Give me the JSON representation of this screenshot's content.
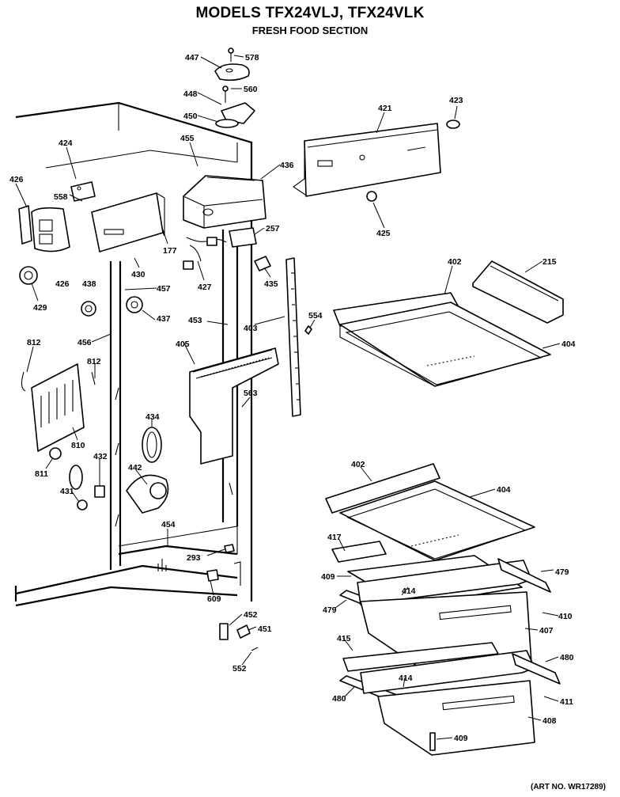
{
  "header": {
    "title": "MODELS TFX24VLJ, TFX24VLK",
    "subtitle": "FRESH FOOD SECTION"
  },
  "footer": {
    "art_number": "(ART NO. WR17289)"
  },
  "callouts": {
    "c447": "447",
    "c578": "578",
    "c448": "448",
    "c560": "560",
    "c450": "450",
    "c455": "455",
    "c421": "421",
    "c423": "423",
    "c424": "424",
    "c436": "436",
    "c426a": "426",
    "c558": "558",
    "c426b": "426",
    "c177": "177",
    "c257": "257",
    "c425": "425",
    "c430": "430",
    "c427": "427",
    "c215": "215",
    "c435": "435",
    "c429": "429",
    "c438": "438",
    "c457": "457",
    "c402a": "402",
    "c437": "437",
    "c554": "554",
    "c453": "453",
    "c403": "403",
    "c404a": "404",
    "c812a": "812",
    "c456": "456",
    "c405": "405",
    "c812b": "812",
    "c563": "563",
    "c810": "810",
    "c434": "434",
    "c432": "432",
    "c811": "811",
    "c442": "442",
    "c431": "431",
    "c402b": "402",
    "c404b": "404",
    "c454": "454",
    "c417": "417",
    "c293": "293",
    "c479a": "479",
    "c409a": "409",
    "c414a": "414",
    "c479b": "479",
    "c410": "410",
    "c609": "609",
    "c452": "452",
    "c451": "451",
    "c407": "407",
    "c415": "415",
    "c480a": "480",
    "c552": "552",
    "c414b": "414",
    "c480b": "480",
    "c411": "411",
    "c408": "408",
    "c409b": "409"
  }
}
